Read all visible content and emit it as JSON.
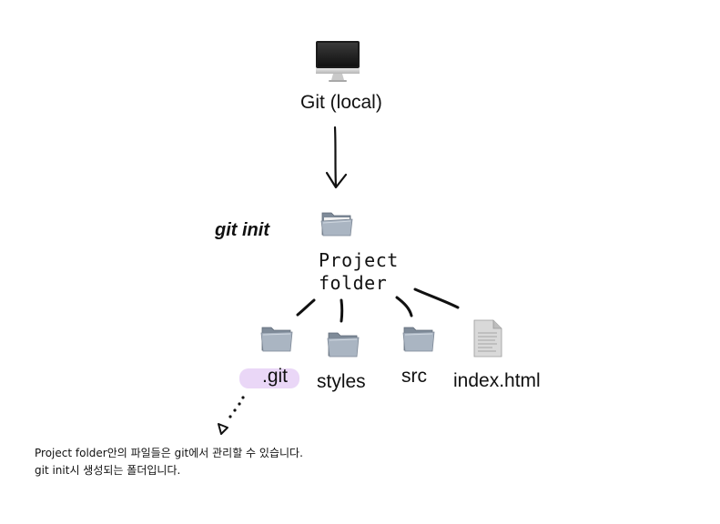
{
  "local": {
    "label": "Git (local)",
    "icon": "monitor-icon"
  },
  "command": {
    "label": "git init"
  },
  "project": {
    "label_line1": "Project",
    "label_line2": "folder",
    "icon": "folder-icon"
  },
  "children": [
    {
      "id": "git",
      "label": ".git",
      "icon": "folder-icon",
      "highlight": "#ead7f7"
    },
    {
      "id": "styles",
      "label": "styles",
      "icon": "folder-icon"
    },
    {
      "id": "src",
      "label": "src",
      "icon": "folder-icon"
    },
    {
      "id": "index",
      "label": "index.html",
      "icon": "document-icon"
    }
  ],
  "note": {
    "line1": "Project folder안의 파일들은 git에서 관리할 수 있습니다.",
    "line2": "git init시 생성되는 폴더입니다."
  },
  "colors": {
    "text": "#111111",
    "git_highlight": "#ead7f7",
    "folder_body": "#8e9aa8",
    "folder_front": "#b9c3cf"
  }
}
